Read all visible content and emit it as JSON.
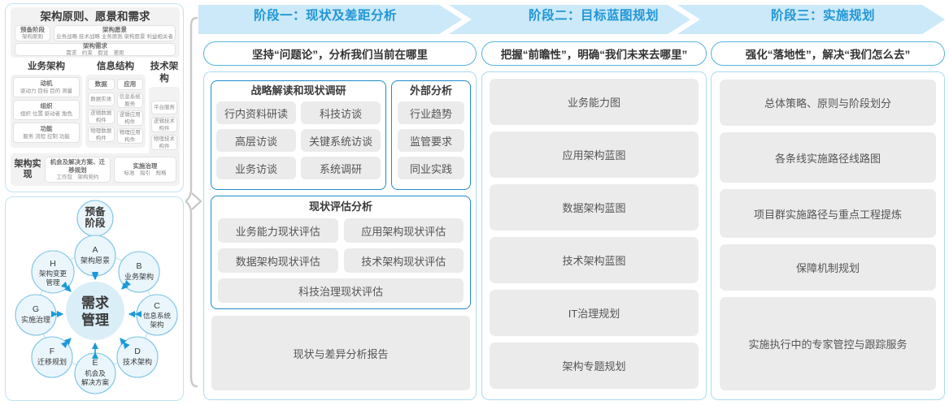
{
  "left_panel": {
    "framework": {
      "title": "架构原则、愿景和需求",
      "row1": [
        {
          "heading": "预备阶段",
          "sub": "架构原则"
        },
        {
          "heading": "架构愿景",
          "sub": "业务战略 技术战略 业务原则 架构愿景 利益相关者"
        }
      ],
      "requirements": {
        "heading": "架构需求",
        "sub": "需求　约束　假设　差距"
      },
      "columns": [
        {
          "title": "业务架构",
          "items": [
            {
              "heading": "动机",
              "sub": "驱动力 目标 目的 测量"
            },
            {
              "heading": "组织",
              "sub": "组织 位置 驱动者 角色"
            },
            {
              "heading": "功能",
              "sub": "服务 流程 控制 功能"
            }
          ]
        },
        {
          "title": "信息结构",
          "subcolumns": [
            {
              "heading": "数据",
              "items": [
                "数据实体",
                "逻辑数据构件",
                "物理数据构件"
              ]
            },
            {
              "heading": "应用",
              "items": [
                "信息系统服务",
                "逻辑应用构件",
                "物理应用构件"
              ]
            }
          ]
        },
        {
          "title": "技术架构",
          "items": [
            "平台服务",
            "逻辑技术构件",
            "物理技术构件"
          ]
        }
      ],
      "bottom": {
        "label": "架构实现",
        "cells": [
          {
            "heading": "机会及解决方案、迁移规划",
            "sub": "工作包　架构契约"
          },
          {
            "heading": "实施治理",
            "sub": "标准　指引　规格"
          }
        ]
      }
    },
    "cycle": {
      "top_node": "预备\n阶段",
      "center": "需求\n管理",
      "nodes": [
        {
          "key": "A",
          "label": "架构愿景"
        },
        {
          "key": "B",
          "label": "业务架构"
        },
        {
          "key": "C",
          "label": "信息系统架构"
        },
        {
          "key": "D",
          "label": "技术架构"
        },
        {
          "key": "E",
          "label": "机会及解决方案"
        },
        {
          "key": "F",
          "label": "迁移规划"
        },
        {
          "key": "G",
          "label": "实施治理"
        },
        {
          "key": "H",
          "label": "架构变更管理"
        }
      ]
    }
  },
  "phases": [
    {
      "header": "阶段一：现状及差距分析",
      "subtitle": "坚持“问题论”，分析我们当前在哪里",
      "groups": [
        {
          "title": "战略解读和现状调研",
          "rows": [
            [
              "行内资料研读",
              "科技访谈"
            ],
            [
              "高层访谈",
              "关键系统访谈"
            ],
            [
              "业务访谈",
              "系统调研"
            ]
          ]
        },
        {
          "title": "外部分析",
          "rows": [
            [
              "行业趋势"
            ],
            [
              "监管要求"
            ],
            [
              "同业实践"
            ]
          ]
        },
        {
          "title": "现状评估分析",
          "rows": [
            [
              "业务能力现状评估",
              "应用架构现状评估"
            ],
            [
              "数据架构现状评估",
              "技术架构现状评估"
            ],
            [
              "科技治理现状评估"
            ]
          ]
        }
      ],
      "report": "现状与差异分析报告"
    },
    {
      "header": "阶段二：目标蓝图规划",
      "subtitle": "把握“前瞻性”，明确“我们未来去哪里”",
      "items": [
        "业务能力图",
        "应用架构蓝图",
        "数据架构蓝图",
        "技术架构蓝图",
        "IT治理规划",
        "架构专题规划"
      ]
    },
    {
      "header": "阶段三：实施规划",
      "subtitle": "强化“落地性”，解决“我们怎么去”",
      "items": [
        "总体策略、原则与阶段划分",
        "各条线实施路径线路图",
        "项目群实施路径与重点工程提炼",
        "保障机制规划",
        "实施执行中的专家管控与跟踪服务"
      ]
    }
  ],
  "colors": {
    "band_blue": "#cbe9f8",
    "header_text": "#2196d6",
    "group_border": "#1f8bc9",
    "panel_border": "#aadcf1",
    "pill_gray": "#ebebeb",
    "node_blue": "#d3ebf7",
    "node_stroke": "#6bb8dd",
    "arrow_blue": "#1a9ad7"
  }
}
